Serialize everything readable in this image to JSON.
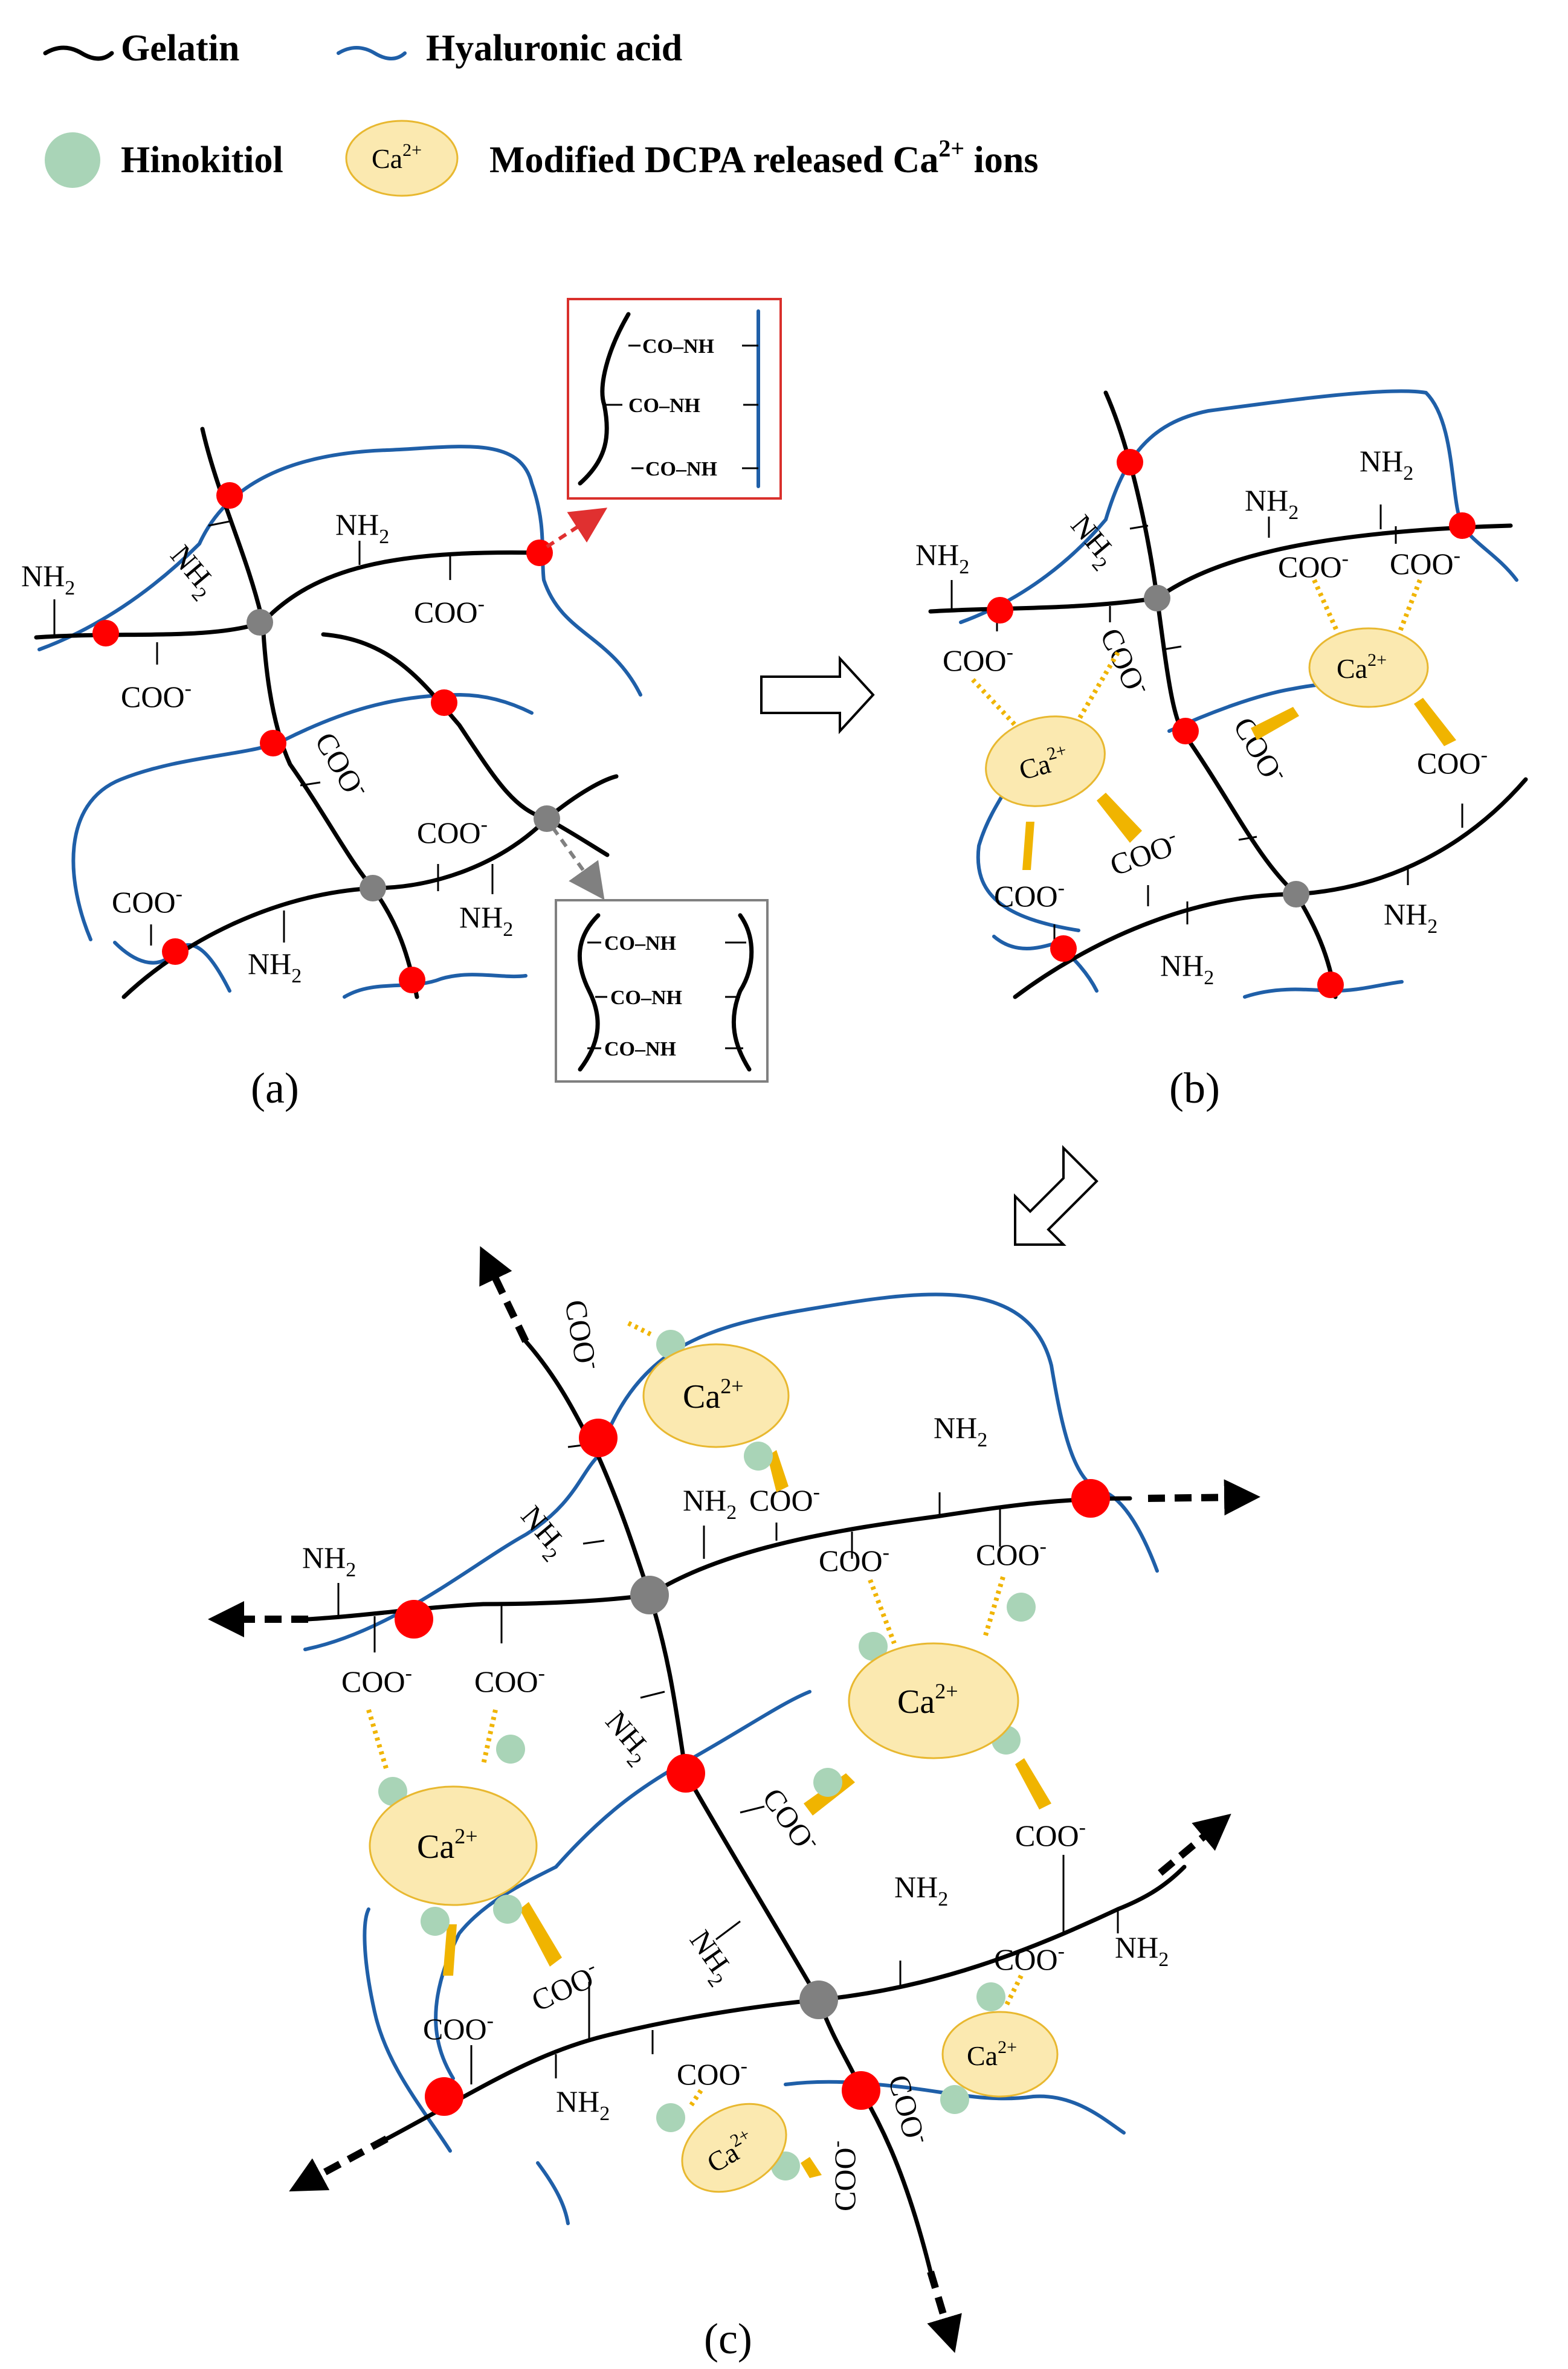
{
  "legend": {
    "gelatin": "Gelatin",
    "hyaluronic_acid": "Hyaluronic acid",
    "hinokitiol": "Hinokitiol",
    "ca_symbol": "Ca",
    "ca_charge": "2+",
    "dcpa_prefix": "Modified DCPA released Ca",
    "dcpa_charge": "2+",
    "dcpa_suffix": " ions"
  },
  "labels": {
    "nh2_base": "NH",
    "nh2_sub": "2",
    "coo_base": "COO",
    "coo_sup": "-"
  },
  "bond_box": {
    "amide": "CO–NH"
  },
  "panels": {
    "a": "(a)",
    "b": "(b)",
    "c": "(c)"
  },
  "colors": {
    "gelatin": "#000000",
    "hyaluronic_acid": "#1f5fa8",
    "crosslink_red": "#ff0000",
    "crosslink_gray": "#808080",
    "hinokitiol": "#a9d4b7",
    "calcium_fill": "#fbe9b0",
    "calcium_stroke": "#e8b830",
    "ionic_bond": "#f0b400",
    "red_box": "#d9302c",
    "gray_box": "#808080"
  }
}
